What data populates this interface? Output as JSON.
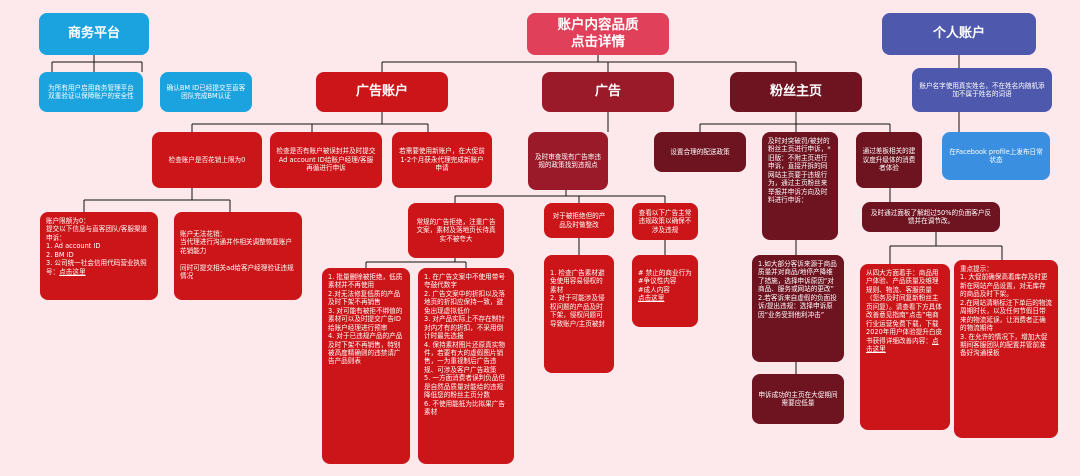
{
  "nodes": {
    "biz_platform": "商务平台",
    "biz_1": "为所有用户启用商务管理平台双重验证以保障账户的安全性",
    "biz_2": "确认BM ID已经提交至直客团队完成BM认证",
    "root": "账户内容品质\n点击详情",
    "personal": "个人账户",
    "personal_1": "账户名字使用真实姓名，不在姓名内随机添加不属于姓名的词语",
    "personal_2": "在Facebook profile上发布日常状态",
    "ad_account": "广告账户",
    "ads": "广告",
    "fanpage": "粉丝主页",
    "aa_1": "检查账户是否花销上限为0",
    "aa_2": "检查是否有账户被误封并及时提交Ad account ID给账户经理/客服再循进行申诉",
    "aa_3": "若需要使用新账户，在大促前1-2个月获永代理完成新账户申请",
    "aa_1a_pre": "账户限额为0：\n提交以下信息与直客团队/客服渠道申诉：\n1. Ad account ID\n2. BM ID\n3. 公司统一社会信用代码营业执照号：",
    "aa_1a_link": "点击这里",
    "aa_1b": "账户无法花销：\n当代理进行沟通并作相关调整恢复账户花销能力\n\n同时可提交相关ad给客户经理验证违规情况",
    "ad_1": "及时审查现有广告审违规的政策找到违规点",
    "ad_1a": "常规的广告拒绝，注重广告文案，素材及落地页长待真实不被夸大",
    "ad_1b": "对于被拒绝但的产品及时做整改",
    "ad_1c": "查看以下广告主常违规政策以确保不涉及违规",
    "ad_1a1": "1. 批量删除被拒绝，低质素材并不再使用\n2.对无法修复低质的产品及时下架不再销售\n3. 对可能有被拒不绑值的素材可以及时提交广告ID 给账户经理进行预审\n4. 对于已违规产品的产品及时下架不再销售，特别被高度精确则的违禁请广告产品则表",
    "ad_1a2": "1. 在广告文案中不使用带号夸鼓代数字\n2. 广告文案中的折扣以及落地页的折扣应保持一致，避免出现虚拟低价\n3. 对产品实际上不存在制针对内才有的折扣，不采用倒计时最先选报\n4. 保持素材图片还原真实物件，若要有大的虚假图片销售，一为重视制后广告违规、可涉及客户广告政策\n5. 一方面消费者误判负品但是自然品质量对能给的违规降低您的粉丝主页分数\n6. 不使用能抵为比拟果广告素材",
    "ad_1b1": "1. 检查广告素材避免使用容易侵权的素材\n2. 对于可能涉及侵权问题的产品及时下架，侵权问题可导致账户/主页被封",
    "ad_1c1": "# 禁止的商业行为#争议性内容\n#成人内容\n",
    "ad_1c1_link": "点击这里",
    "fp_1": "设置合理的配送政策",
    "fp_2": "及时对突破罚/被封的粉丝主页进行申诉，*旧版：不附主页进行申诉，直接开拆的同网站主页要于违规行为，通过主页粉丝来举报并申诉方向及时料进行申诉：",
    "fp_3": "通过差板相关的建议度升级体的消费者体验",
    "fp_3a": "及时通过面板了解超过50%的负面客户反馈并在调节改。",
    "fp_2a": "1.如大部分客诉来源于商品质量并对商品/地停产降维了措施，选择申诉原因“对商品、服务或网站的更改”\n2.若客诉来自虚假的负面投诉/提出违规：选择申诉原因“业务受到他利冲击”",
    "fp_2b": "申诉成功的主页在大促期间需要应低量",
    "fp_3a1": "从四大方面着手：商品用户体验、产品质量及维理规则、物流、客服质量（您务及时间复新粉丝主页问复）。请查看下方具体改善意见指南“点击”电商行业运营免费下载，下载2020年用户体验提升白皮书获得详细改善内容：",
    "fp_3a1_link": "点击这里",
    "fp_3a2": "重点提示：\n1. 大促前确保高着库存及时更新在网站产品设置，对无库存的商品及时下架。\n2.在网站清晰标注下单后的物流周期时长，以及任何节假日带来的物流延误，让消费者正确的物流期待\n3. 在允许的情况下，增加大促期间客服团队的配置并管前准备好沟通模板"
  }
}
